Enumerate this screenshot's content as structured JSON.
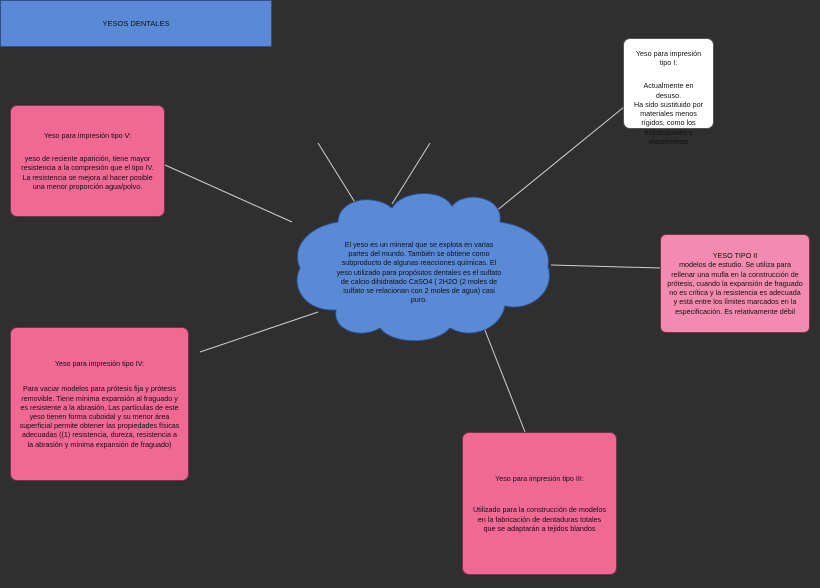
{
  "title": "YESOS DENTALES",
  "center": {
    "text": "El yeso es un mineral que se explota en varias partes del mundo. También se obtiene como subproducto de algunas reacciones químicas. El yeso utilizado para propósitos dentales es el sulfato de calcio dihidratado CaSO4 ( 2H2O (2 moles de sulfato se relacionan con 2 moles de agua) casi puro."
  },
  "nodes": {
    "tipo1": {
      "title": "Yeso para impresión tipo I:",
      "body": "Actualmente en desuso.\nHa sido sustituido por materiales menos rígidos, como los hidrocoloides y elastómeros"
    },
    "tipo2": {
      "title": "YESO TIPO II",
      "body": "modelos de estudio. Se utiliza para rellenar una mufla en la construcción de prótesis, cuando la expansión de fraguado no es crítica y la resistencia es adecuada y está entre los límites marcados en la especificación. Es relativamente débil"
    },
    "tipo3": {
      "title": "Yeso para impresión tipo III:",
      "body": "Utilizado para la construcción de modelos en la fabricación de dentaduras totales que se adaptarán a tejidos blandos"
    },
    "tipo4": {
      "title": "Yeso para impresión tipo IV:",
      "body": "Para vaciar modelos para prótesis fija y prótesis removible. Tiene mínima expansión al fraguado y es resistente a la abrasión. Las partículas de este yeso tienen forma cuboidal y su menor área superficial permite obtener las propiedades físicas adecuadas ((1) resistencia, dureza, resistencia a la abrasión y mínima expansión de fraguado)"
    },
    "tipo5": {
      "title": "Yeso para impresión tipo V:",
      "body": "yeso de reciente aparición, tiene mayor resistencia a la compresión que el tipo IV. La resistencia se mejora al hacer posible una menor proporción agua/polvo."
    }
  },
  "colors": {
    "background": "#2f2f2f",
    "pink": "#f06894",
    "pink_light": "#f38bb0",
    "blue": "#5a8ad6",
    "connector": "#d0d0d0"
  }
}
